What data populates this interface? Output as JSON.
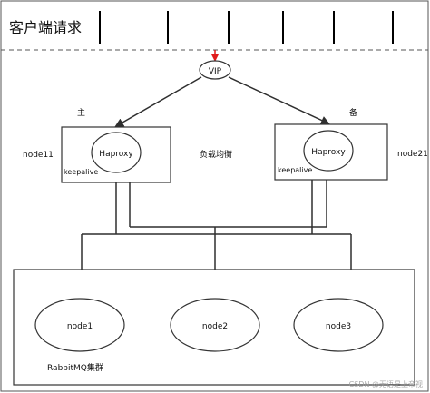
{
  "header": {
    "title": "客户端请求"
  },
  "diagram": {
    "vip_label": "VIP",
    "master_label": "主",
    "backup_label": "备",
    "load_balance_label": "负载均衡",
    "left_node": {
      "host_label": "node11",
      "proxy_label": "Haproxy",
      "keepalive_label": "keepalive"
    },
    "right_node": {
      "host_label": "node21",
      "proxy_label": "Haproxy",
      "keepalive_label": "keepalive"
    },
    "cluster": {
      "label": "RabbitMQ集群",
      "nodes": [
        "node1",
        "node2",
        "node3"
      ]
    }
  },
  "watermark": "CSDN @无语是上帝视"
}
